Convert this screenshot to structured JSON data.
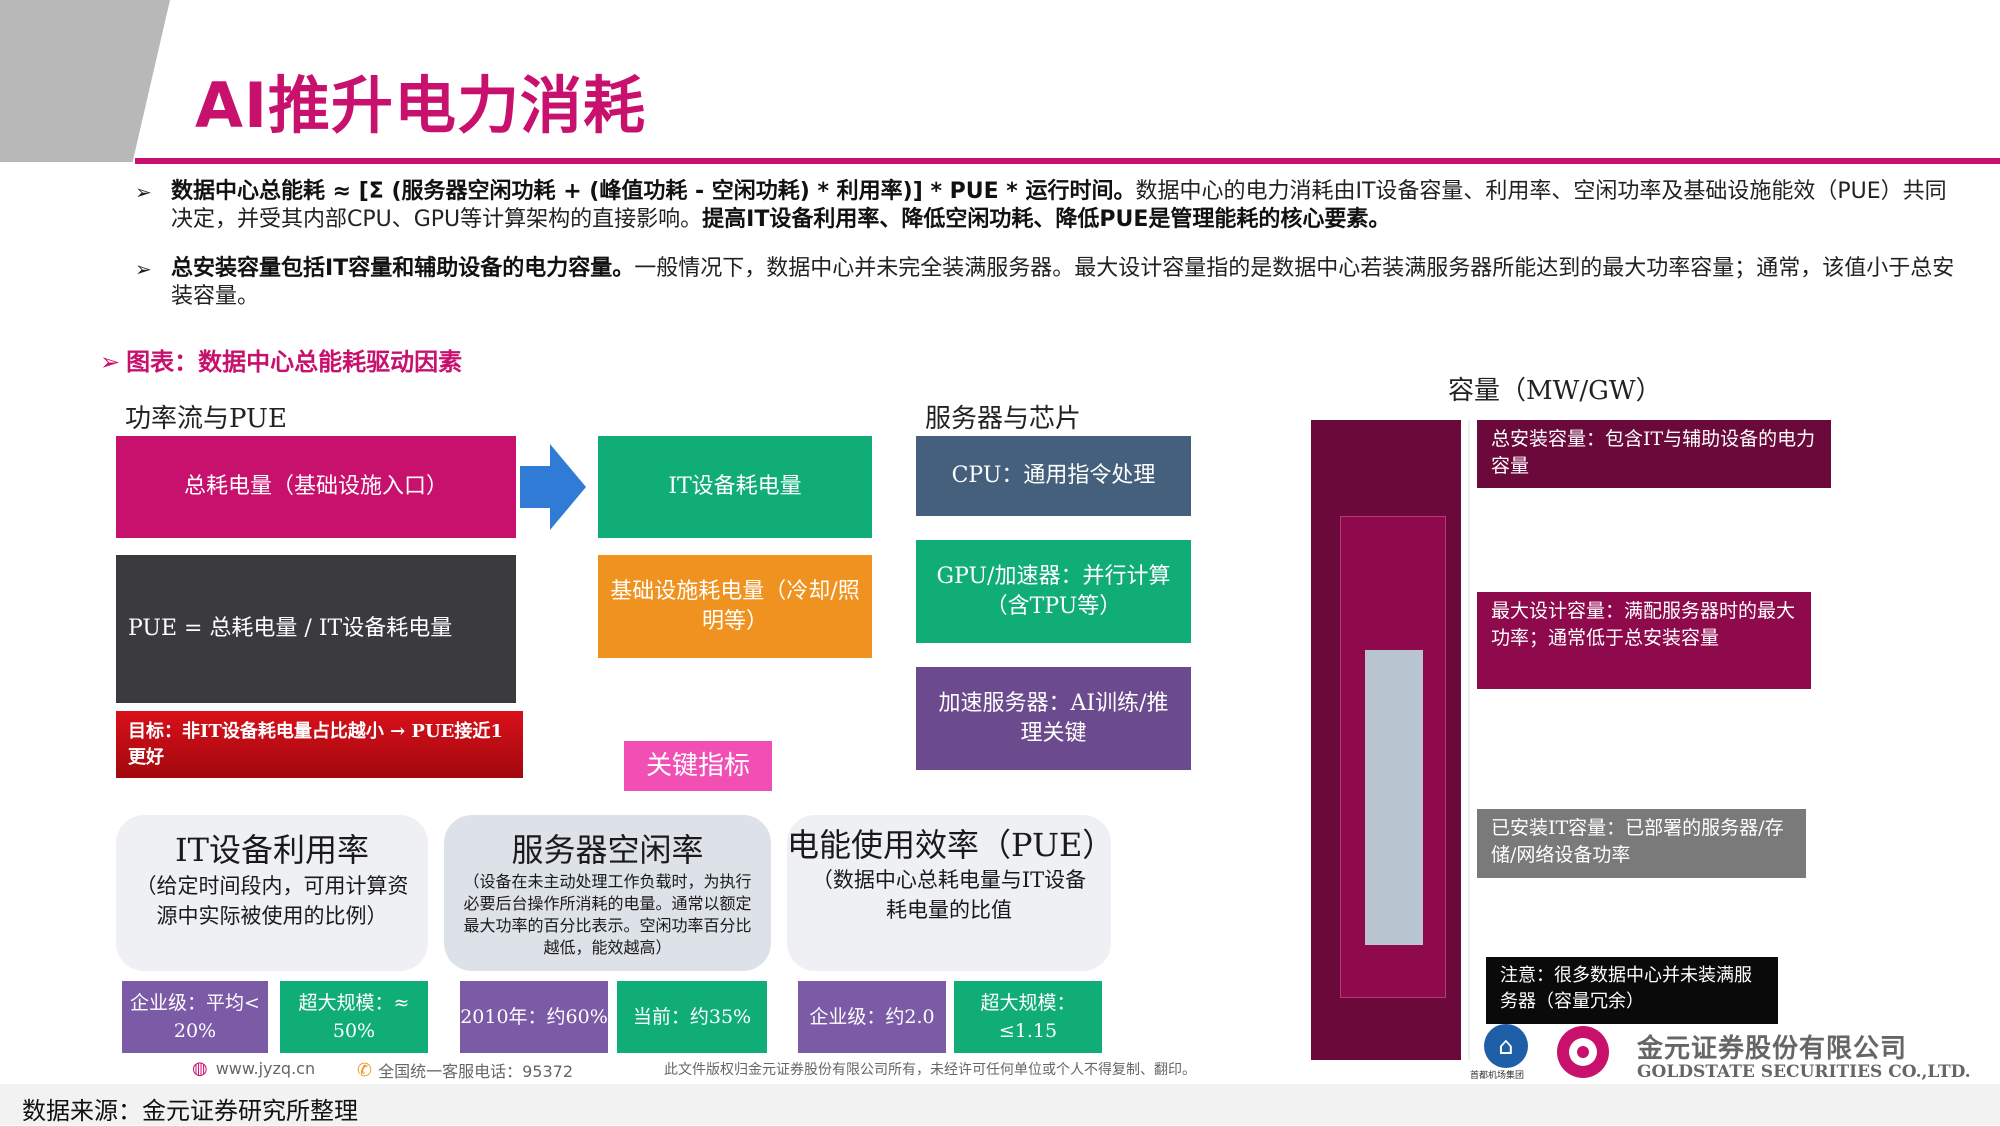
{
  "header": {
    "title": "AI推升电力消耗"
  },
  "bullets": [
    {
      "bold": "数据中心总能耗 ≈ [Σ (服务器空闲功耗 + (峰值功耗 - 空闲功耗) * 利用率)] * PUE * 运行时间。",
      "normal": "数据中心的电力消耗由IT设备容量、利用率、空闲功率及基础设施能效（PUE）共同决定，并受其内部CPU、GPU等计算架构的直接影响。",
      "bold2": "提高IT设备利用率、降低空闲功耗、降低PUE是管理能耗的核心要素。"
    },
    {
      "bold": "总安装容量包括IT容量和辅助设备的电力容量。",
      "normal": "一般情况下，数据中心并未完全装满服务器。最大设计容量指的是数据中心若装满服务器所能达到的最大功率容量；通常，该值小于总安装容量。",
      "bold2": ""
    }
  ],
  "figure": {
    "title": "图表：数据中心总能耗驱动因素",
    "power_flow": {
      "title": "功率流与PUE",
      "total": "总耗电量（基础设施入口）",
      "pue": "PUE = 总耗电量 / IT设备耗电量",
      "goal": "目标：非IT设备耗电量占比越小 → PUE接近1更好",
      "it": "IT设备耗电量",
      "infra": "基础设施耗电量（冷却/照明等）"
    },
    "servers": {
      "title": "服务器与芯片",
      "cpu": "CPU：通用指令处理",
      "gpu": "GPU/加速器：并行计算（含TPU等）",
      "accel": "加速服务器：AI训练/推理关键"
    },
    "key_metrics_label": "关键指标",
    "cards": [
      {
        "title": "IT设备利用率",
        "desc": "（给定时间段内，可用计算资源中实际被使用的比例）",
        "left": "企业级：平均< 20%",
        "right": "超大规模：≈ 50%"
      },
      {
        "title": "服务器空闲率",
        "desc": "（设备在未主动处理工作负载时，为执行必要后台操作所消耗的电量。通常以额定最大功率的百分比表示。空闲功率百分比越低，能效越高）",
        "left": "2010年：约60%",
        "right": "当前：约35%"
      },
      {
        "title": "电能使用效率（PUE）",
        "desc": "（数据中心总耗电量与IT设备耗电量的比值",
        "left": "企业级：约2.0",
        "right": "超大规模：≤1.15"
      }
    ],
    "capacity": {
      "title": "容量（MW/GW）",
      "total": "总安装容量：包含IT与辅助设备的电力容量",
      "max": "最大设计容量：满配服务器时的最大功率；通常低于总安装容量",
      "installed": "已安装IT容量：已部署的服务器/存储/网络设备功率",
      "note": "注意：很多数据中心并未装满服务器（容量冗余）"
    }
  },
  "watermark": {
    "site": "www.jyzq.cn",
    "hotline": "全国统一客服电话：95372",
    "copyright": "此文件版权归金元证券股份有限公司所有，未经许可任何单位或个人不得复制、翻印。"
  },
  "logo": {
    "airport": "首都机场集团",
    "company_cn": "金元证券股份有限公司",
    "company_en": "GOLDSTATE SECURITIES CO.,LTD."
  },
  "source": "数据来源：金元证券研究所整理",
  "colors": {
    "accent": "#c8106d",
    "green": "#10ad77",
    "dark": "#3b3b3f",
    "orange": "#f0921f",
    "slate": "#45607c",
    "purple": "#6c4a8e",
    "maroon": "#6b0a3a"
  }
}
